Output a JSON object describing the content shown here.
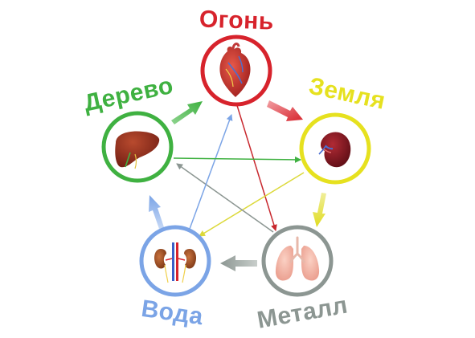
{
  "diagram": {
    "elements": [
      {
        "key": "fire",
        "label": "Огонь",
        "organ": "heart-icon",
        "color": "#d7232c"
      },
      {
        "key": "earth",
        "label": "Земля",
        "organ": "spleen-icon",
        "color": "#e6e11f"
      },
      {
        "key": "metal",
        "label": "Металл",
        "organ": "lungs-icon",
        "color": "#8c9692"
      },
      {
        "key": "water",
        "label": "Вода",
        "organ": "kidneys-icon",
        "color": "#7ba4e6"
      },
      {
        "key": "wood",
        "label": "Дерево",
        "organ": "liver-icon",
        "color": "#3fb141"
      }
    ],
    "generating_cycle": [
      {
        "from": "wood",
        "to": "fire"
      },
      {
        "from": "fire",
        "to": "earth"
      },
      {
        "from": "earth",
        "to": "metal"
      },
      {
        "from": "metal",
        "to": "water"
      },
      {
        "from": "water",
        "to": "wood"
      }
    ],
    "controlling_cycle": [
      {
        "from": "fire",
        "to": "metal"
      },
      {
        "from": "earth",
        "to": "water"
      },
      {
        "from": "metal",
        "to": "wood"
      },
      {
        "from": "water",
        "to": "fire"
      },
      {
        "from": "wood",
        "to": "earth"
      }
    ]
  }
}
